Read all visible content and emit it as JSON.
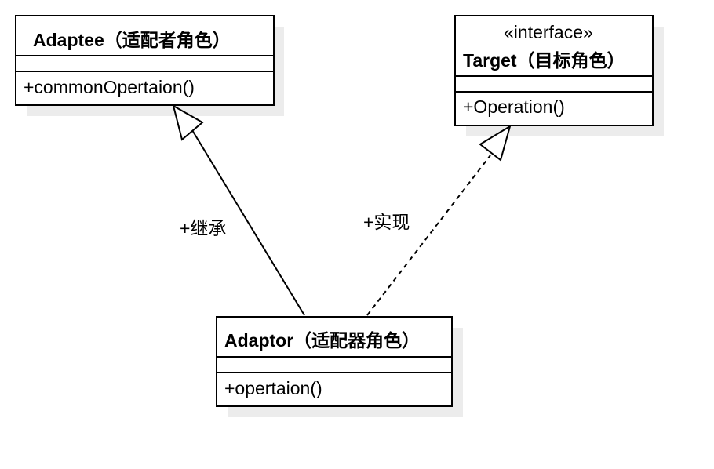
{
  "classes": {
    "adaptee": {
      "title": "Adaptee（适配者角色）",
      "operation": "+commonOpertaion()"
    },
    "target": {
      "stereotype": "«interface»",
      "title": "Target（目标角色）",
      "operation": "+Operation()"
    },
    "adaptor": {
      "title": "Adaptor（适配器角色）",
      "operation": "+opertaion()"
    }
  },
  "relations": {
    "inheritance_label": "+继承",
    "realization_label": "+实现"
  },
  "colors": {
    "stroke": "#000000",
    "shadow": "#ececec",
    "fill": "#ffffff"
  }
}
